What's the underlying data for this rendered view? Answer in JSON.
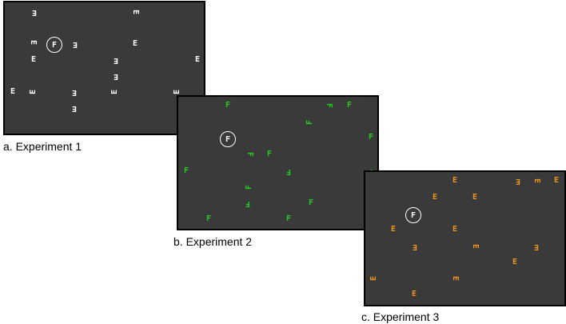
{
  "panels": [
    {
      "caption": "a.  Experiment 1",
      "glyph_color": "#ffffff",
      "target": {
        "char": "F",
        "rot": 0
      },
      "distractors": [
        {
          "char": "E",
          "rot": 180
        },
        {
          "char": "E",
          "rot": 90
        },
        {
          "char": "E",
          "rot": 90
        },
        {
          "char": "E",
          "rot": 180
        },
        {
          "char": "E",
          "rot": 0
        },
        {
          "char": "E",
          "rot": 0
        },
        {
          "char": "E",
          "rot": 180
        },
        {
          "char": "E",
          "rot": 0
        },
        {
          "char": "E",
          "rot": 180
        },
        {
          "char": "E",
          "rot": 0
        },
        {
          "char": "E",
          "rot": 270
        },
        {
          "char": "E",
          "rot": 180
        },
        {
          "char": "E",
          "rot": 270
        },
        {
          "char": "E",
          "rot": 270
        },
        {
          "char": "E",
          "rot": 180
        }
      ]
    },
    {
      "caption": "b.  Experiment 2",
      "glyph_color": "#22cc22",
      "target": {
        "char": "F",
        "rot": 0
      },
      "distractors": [
        {
          "char": "F",
          "rot": 0
        },
        {
          "char": "F",
          "rot": 90
        },
        {
          "char": "F",
          "rot": 0
        },
        {
          "char": "F",
          "rot": 270
        },
        {
          "char": "F",
          "rot": 0
        },
        {
          "char": "F",
          "rot": 90
        },
        {
          "char": "F",
          "rot": 0
        },
        {
          "char": "F",
          "rot": 0
        },
        {
          "char": "F",
          "rot": 180
        },
        {
          "char": "F",
          "rot": 180
        },
        {
          "char": "F",
          "rot": 270
        },
        {
          "char": "F",
          "rot": 180
        },
        {
          "char": "F",
          "rot": 0
        },
        {
          "char": "F",
          "rot": 0
        },
        {
          "char": "F",
          "rot": 0
        }
      ]
    },
    {
      "caption": "c.  Experiment 3",
      "glyph_color": "#e8961e",
      "target": {
        "char": "F",
        "rot": 0
      },
      "distractors": [
        {
          "char": "E",
          "rot": 0
        },
        {
          "char": "E",
          "rot": 180
        },
        {
          "char": "E",
          "rot": 90
        },
        {
          "char": "E",
          "rot": 0
        },
        {
          "char": "E",
          "rot": 0
        },
        {
          "char": "E",
          "rot": 0
        },
        {
          "char": "E",
          "rot": 0
        },
        {
          "char": "E",
          "rot": 0
        },
        {
          "char": "E",
          "rot": 180
        },
        {
          "char": "E",
          "rot": 90
        },
        {
          "char": "E",
          "rot": 180
        },
        {
          "char": "E",
          "rot": 0
        },
        {
          "char": "E",
          "rot": 270
        },
        {
          "char": "E",
          "rot": 90
        },
        {
          "char": "E",
          "rot": 0
        }
      ]
    }
  ]
}
